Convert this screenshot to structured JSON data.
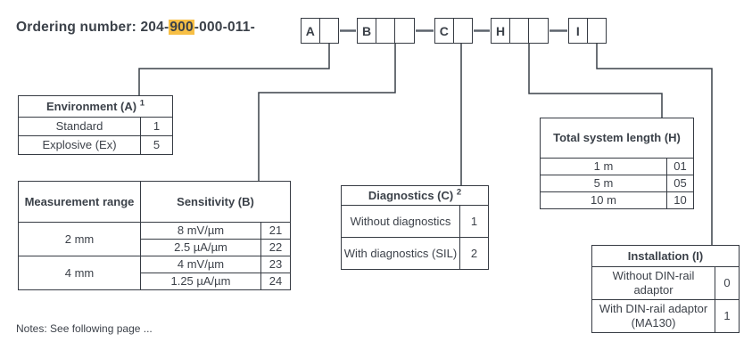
{
  "title": {
    "label": "Ordering number:",
    "num1": "204-",
    "highlight": "900",
    "num2": "-000-011-"
  },
  "code_boxes": [
    {
      "letter": "A",
      "empty_cells": 1
    },
    {
      "letter": "B",
      "empty_cells": 2
    },
    {
      "letter": "C",
      "empty_cells": 1
    },
    {
      "letter": "H",
      "empty_cells": 2
    },
    {
      "letter": "I",
      "empty_cells": 1
    }
  ],
  "tables": {
    "environment": {
      "header": "Environment (A)",
      "sup": "1",
      "rows": [
        {
          "label": "Standard",
          "code": "1"
        },
        {
          "label": "Explosive (Ex)",
          "code": "5"
        }
      ]
    },
    "sensitivity": {
      "col1_header": "Measurement range",
      "col2_header": "Sensitivity (B)",
      "groups": [
        {
          "range": "2 mm",
          "rows": [
            {
              "label": "8 mV/µm",
              "code": "21"
            },
            {
              "label": "2.5 µA/µm",
              "code": "22"
            }
          ]
        },
        {
          "range": "4 mm",
          "rows": [
            {
              "label": "4 mV/µm",
              "code": "23"
            },
            {
              "label": "1.25 µA/µm",
              "code": "24"
            }
          ]
        }
      ]
    },
    "diagnostics": {
      "header": "Diagnostics (C)",
      "sup": "2",
      "rows": [
        {
          "label": "Without diagnostics",
          "code": "1"
        },
        {
          "label": "With diagnostics (SIL)",
          "code": "2"
        }
      ]
    },
    "total_system_length": {
      "header": "Total system length (H)",
      "rows": [
        {
          "label": "1 m",
          "code": "01"
        },
        {
          "label": "5 m",
          "code": "05"
        },
        {
          "label": "10 m",
          "code": "10"
        }
      ]
    },
    "installation": {
      "header": "Installation (I)",
      "rows": [
        {
          "label": "Without DIN-rail adaptor",
          "code": "0"
        },
        {
          "label": "With DIN-rail adaptor (MA130)",
          "code": "1"
        }
      ]
    }
  },
  "notes": "Notes: See following page ...",
  "colors": {
    "highlight": "#f7bf45",
    "text": "#3d424a",
    "border": "#363b43"
  }
}
